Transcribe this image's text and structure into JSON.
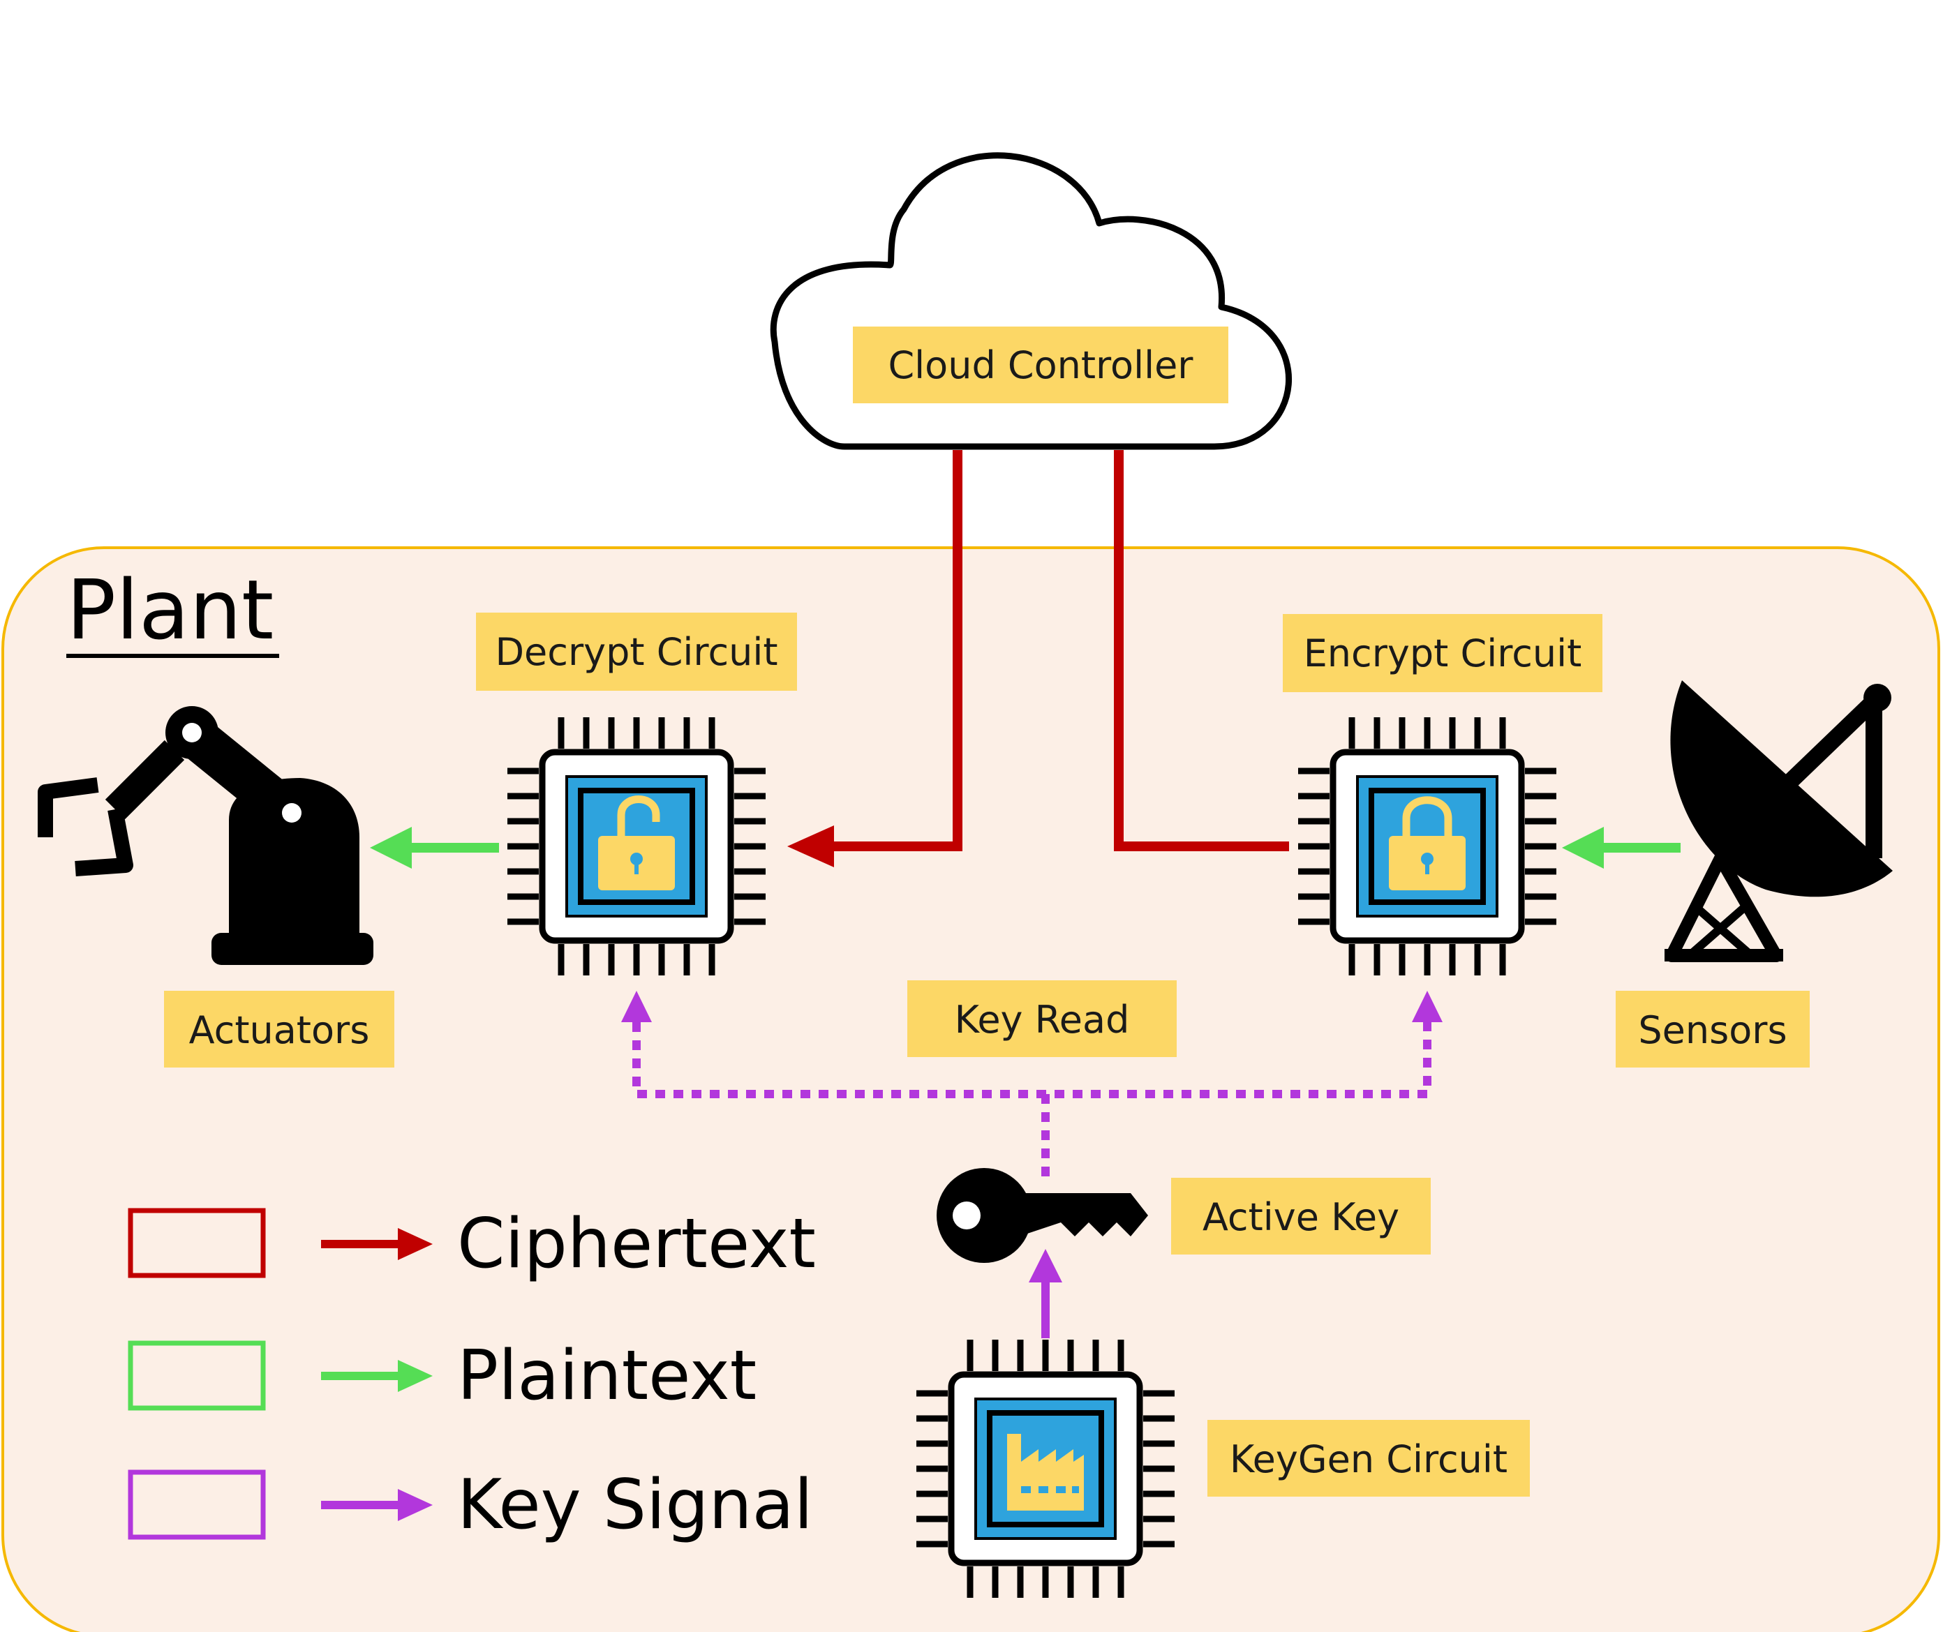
{
  "colors": {
    "ciphertext": "#c00000",
    "plaintext": "#55dd55",
    "key_signal": "#b237dc",
    "label_bg": "#fcd766",
    "plant_bg": "#fcefe6",
    "plant_border": "#f5b800",
    "chip_screen": "#2ea3dd",
    "icon": "#fcd766"
  },
  "cloud": {
    "label": "Cloud Controller"
  },
  "plant": {
    "title": "Plant"
  },
  "nodes": {
    "decrypt": {
      "label": "Decrypt Circuit",
      "icon": "unlocked-padlock-icon"
    },
    "encrypt": {
      "label": "Encrypt Circuit",
      "icon": "locked-padlock-icon"
    },
    "keygen": {
      "label": "KeyGen Circuit",
      "icon": "factory-icon"
    },
    "actuators": {
      "label": "Actuators",
      "icon": "robot-arm-icon"
    },
    "sensors": {
      "label": "Sensors",
      "icon": "satellite-dish-icon"
    },
    "key_read": {
      "label": "Key Read"
    },
    "active_key": {
      "label": "Active Key",
      "icon": "key-icon"
    }
  },
  "legend": [
    {
      "label": "Ciphertext",
      "color_key": "ciphertext"
    },
    {
      "label": "Plaintext",
      "color_key": "plaintext"
    },
    {
      "label": "Key Signal",
      "color_key": "key_signal"
    }
  ]
}
